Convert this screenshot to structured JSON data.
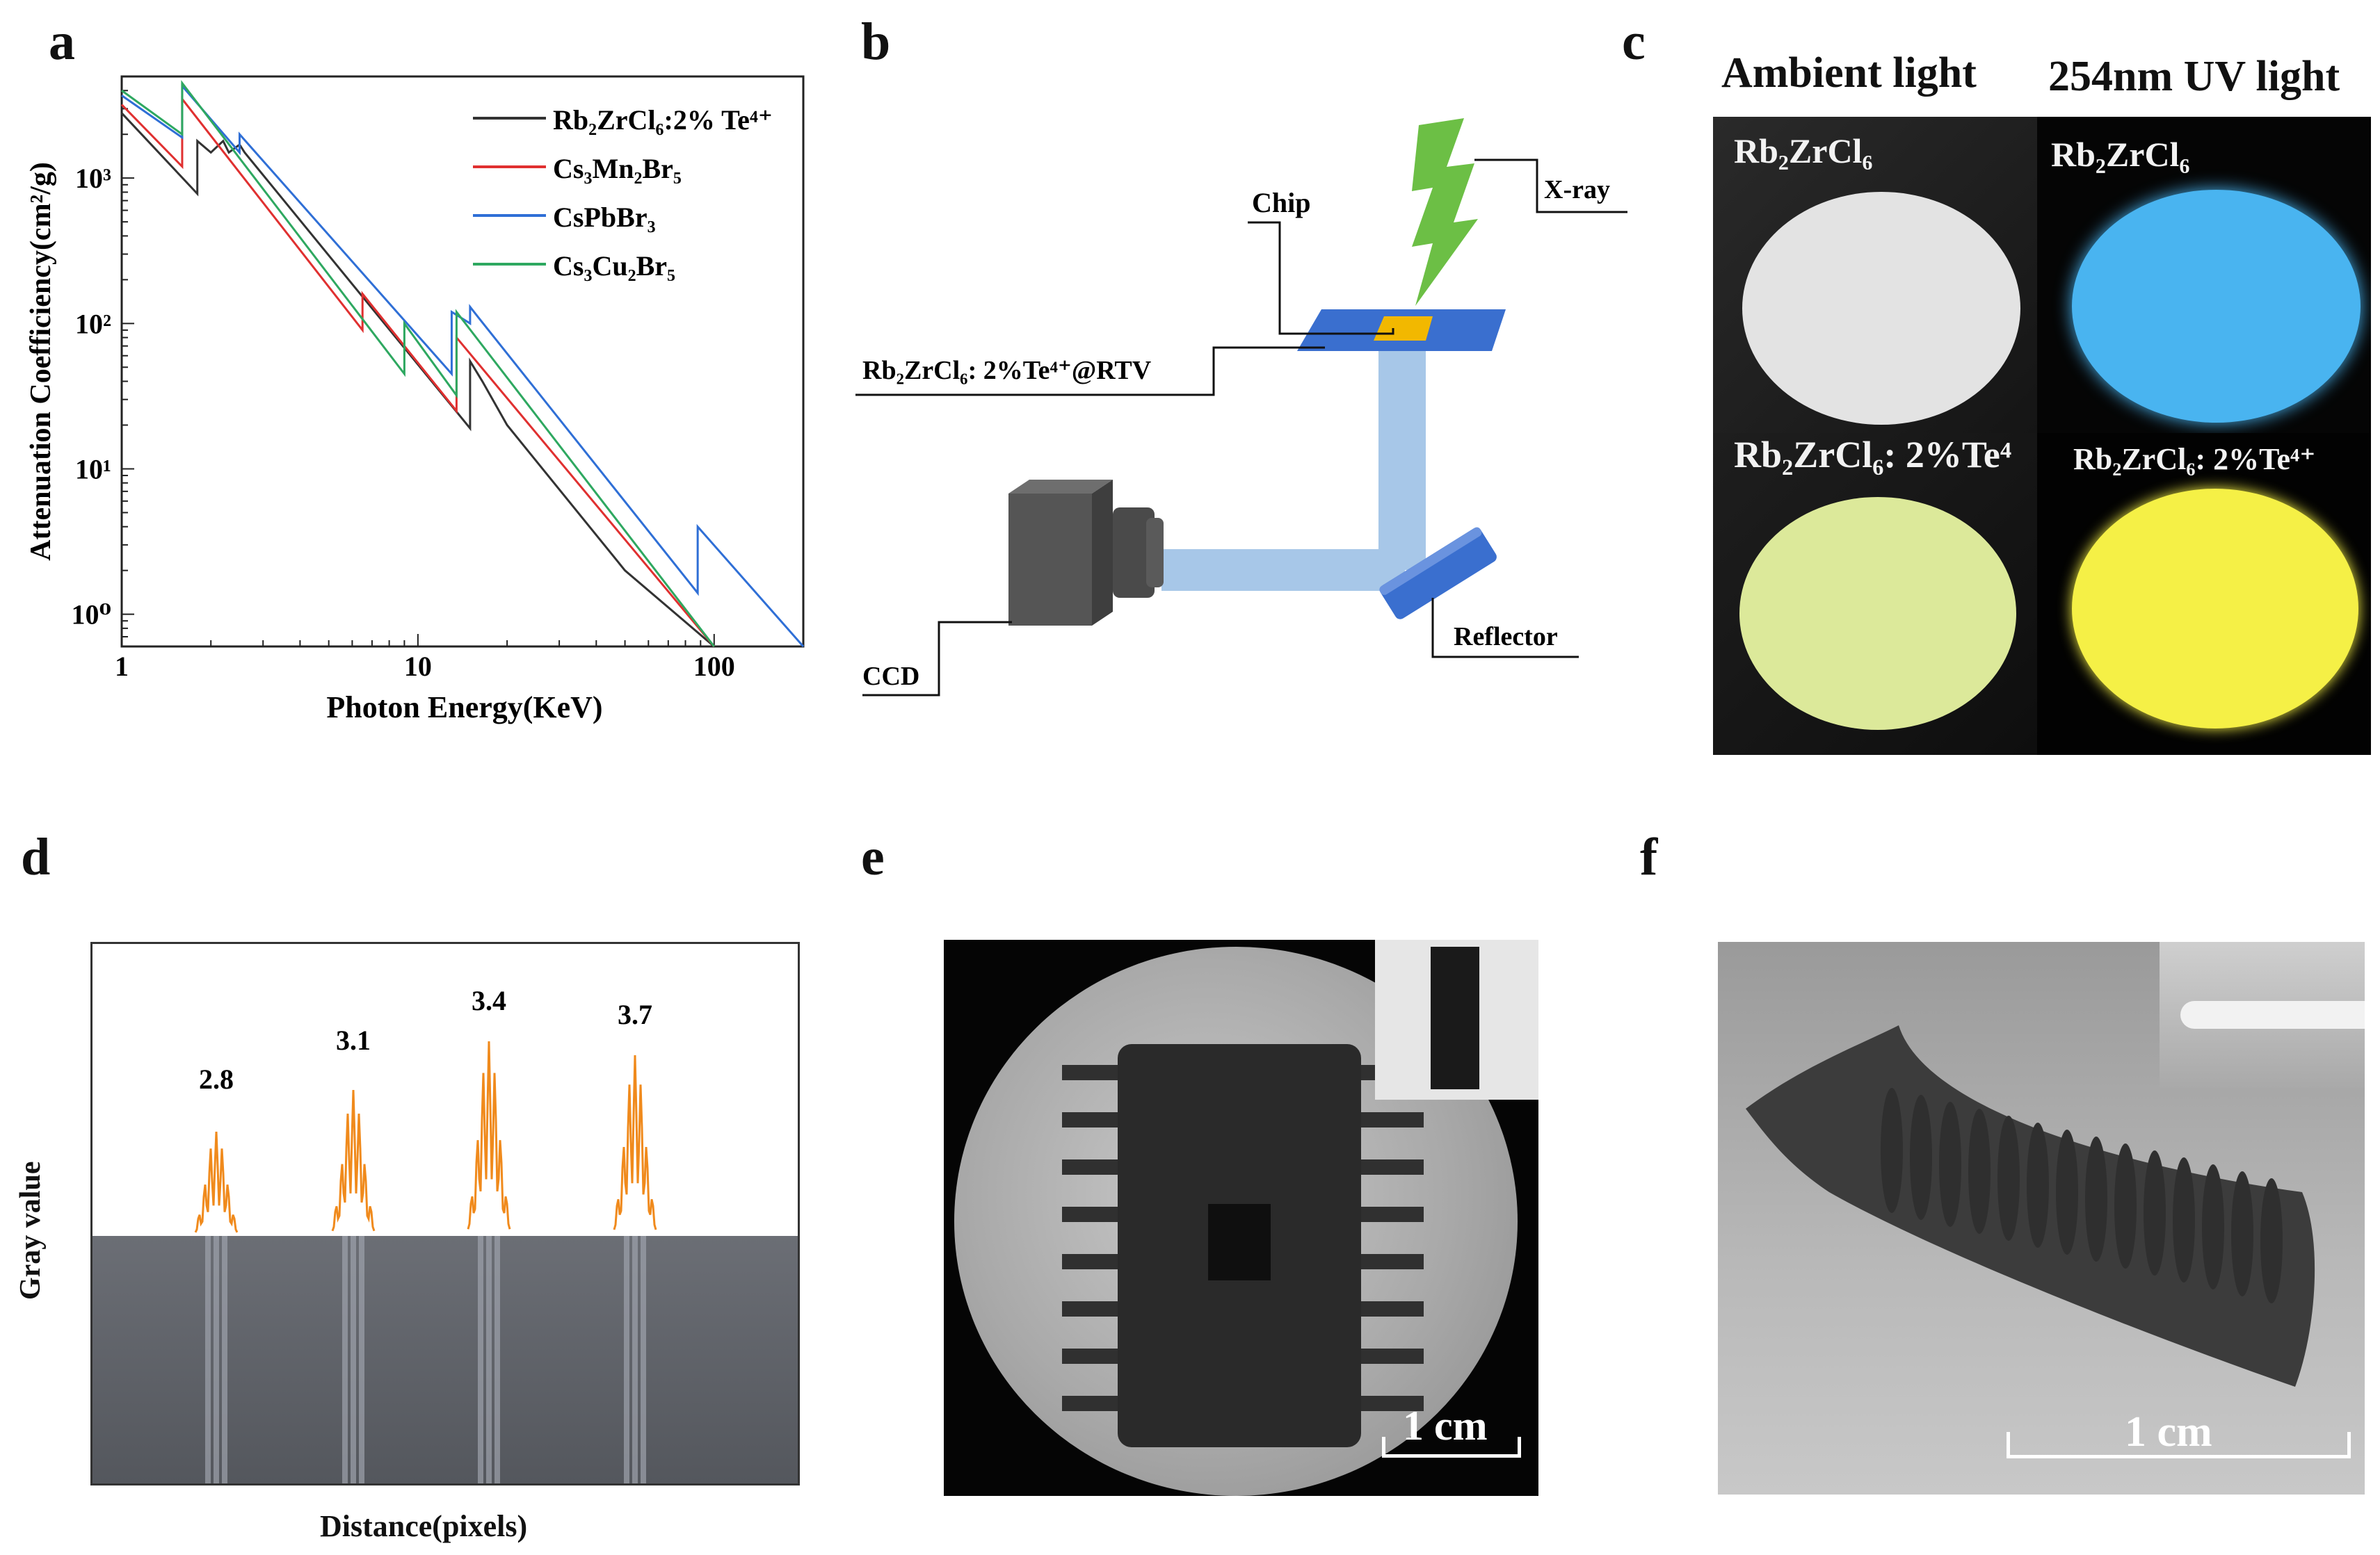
{
  "panels": {
    "a": "a",
    "b": "b",
    "c": "c",
    "d": "d",
    "e": "e",
    "f": "f"
  },
  "panel_a": {
    "xlabel": "Photon Energy(KeV)",
    "ylabel": "Attenuation Coefficiency(cm²/g)",
    "xticks": [
      "1",
      "10",
      "100"
    ],
    "yticks": [
      "10⁰",
      "10¹",
      "10²",
      "10³"
    ],
    "legend": [
      {
        "label": "Rb₂ZrCl₆:2% Te⁴⁺",
        "color": "#333333"
      },
      {
        "label": "Cs₃Mn₂Br₅",
        "color": "#e03030"
      },
      {
        "label": "CsPbBr₃",
        "color": "#2f6fd6"
      },
      {
        "label": "Cs₃Cu₂Br₅",
        "color": "#2ea860"
      }
    ]
  },
  "chart_data": {
    "type": "line",
    "xlabel": "Photon Energy(KeV)",
    "ylabel": "Attenuation Coefficiency(cm²/g)",
    "xscale": "log",
    "yscale": "log",
    "xlim": [
      1,
      200
    ],
    "ylim": [
      0.6,
      5000
    ],
    "legend_position": "top-right",
    "series": [
      {
        "name": "Rb₂ZrCl₆:2% Te⁴⁺",
        "color": "#333333",
        "x": [
          1,
          1.8,
          1.8,
          2.0,
          2.2,
          2.3,
          2.5,
          2.6,
          15.0,
          15.0,
          16.5,
          20,
          50,
          100
        ],
        "y": [
          2800,
          780,
          1800,
          1500,
          1800,
          1500,
          1700,
          1500,
          19,
          55,
          40,
          20,
          2.0,
          0.6
        ]
      },
      {
        "name": "Cs₃Mn₂Br₅",
        "color": "#e03030",
        "x": [
          1,
          1.6,
          1.6,
          6.5,
          6.5,
          13.5,
          13.5,
          100
        ],
        "y": [
          3200,
          1200,
          3500,
          90,
          160,
          25,
          80,
          0.6
        ]
      },
      {
        "name": "CsPbBr₃",
        "color": "#2f6fd6",
        "x": [
          1,
          1.6,
          1.6,
          2.5,
          2.5,
          13.0,
          13.0,
          15.0,
          15.0,
          16.0,
          88,
          88,
          200
        ],
        "y": [
          3700,
          1900,
          4300,
          1500,
          2000,
          45,
          120,
          100,
          130,
          110,
          1.4,
          4.0,
          0.6
        ]
      },
      {
        "name": "Cs₃Cu₂Br₅",
        "color": "#2ea860",
        "x": [
          1,
          1.6,
          1.6,
          9.0,
          9.0,
          13.5,
          13.5,
          100
        ],
        "y": [
          4000,
          2000,
          4500,
          45,
          100,
          32,
          120,
          0.6
        ]
      }
    ]
  },
  "panel_b": {
    "labels": {
      "chip": "Chip",
      "xray": "X-ray",
      "scintillator": "Rb₂ZrCl₆:  2%Te⁴⁺@RTV",
      "ccd": "CCD",
      "reflector": "Reflector"
    }
  },
  "panel_c": {
    "col_titles": [
      "Ambient light",
      "254nm UV light"
    ],
    "samples": [
      {
        "label": "Rb₂ZrCl₆"
      },
      {
        "label": "Rb₂ZrCl₆"
      },
      {
        "label": "Rb₂ZrCl₆: 2%Te⁴"
      },
      {
        "label": "Rb₂ZrCl₆: 2%Te⁴⁺"
      }
    ]
  },
  "panel_d": {
    "ylabel": "Gray value",
    "xlabel": "Distance(pixels)",
    "peaks": [
      "2.8",
      "3.1",
      "3.4",
      "3.7"
    ]
  },
  "panel_e": {
    "scale": "1 cm"
  },
  "panel_f": {
    "scale": "1 cm"
  }
}
